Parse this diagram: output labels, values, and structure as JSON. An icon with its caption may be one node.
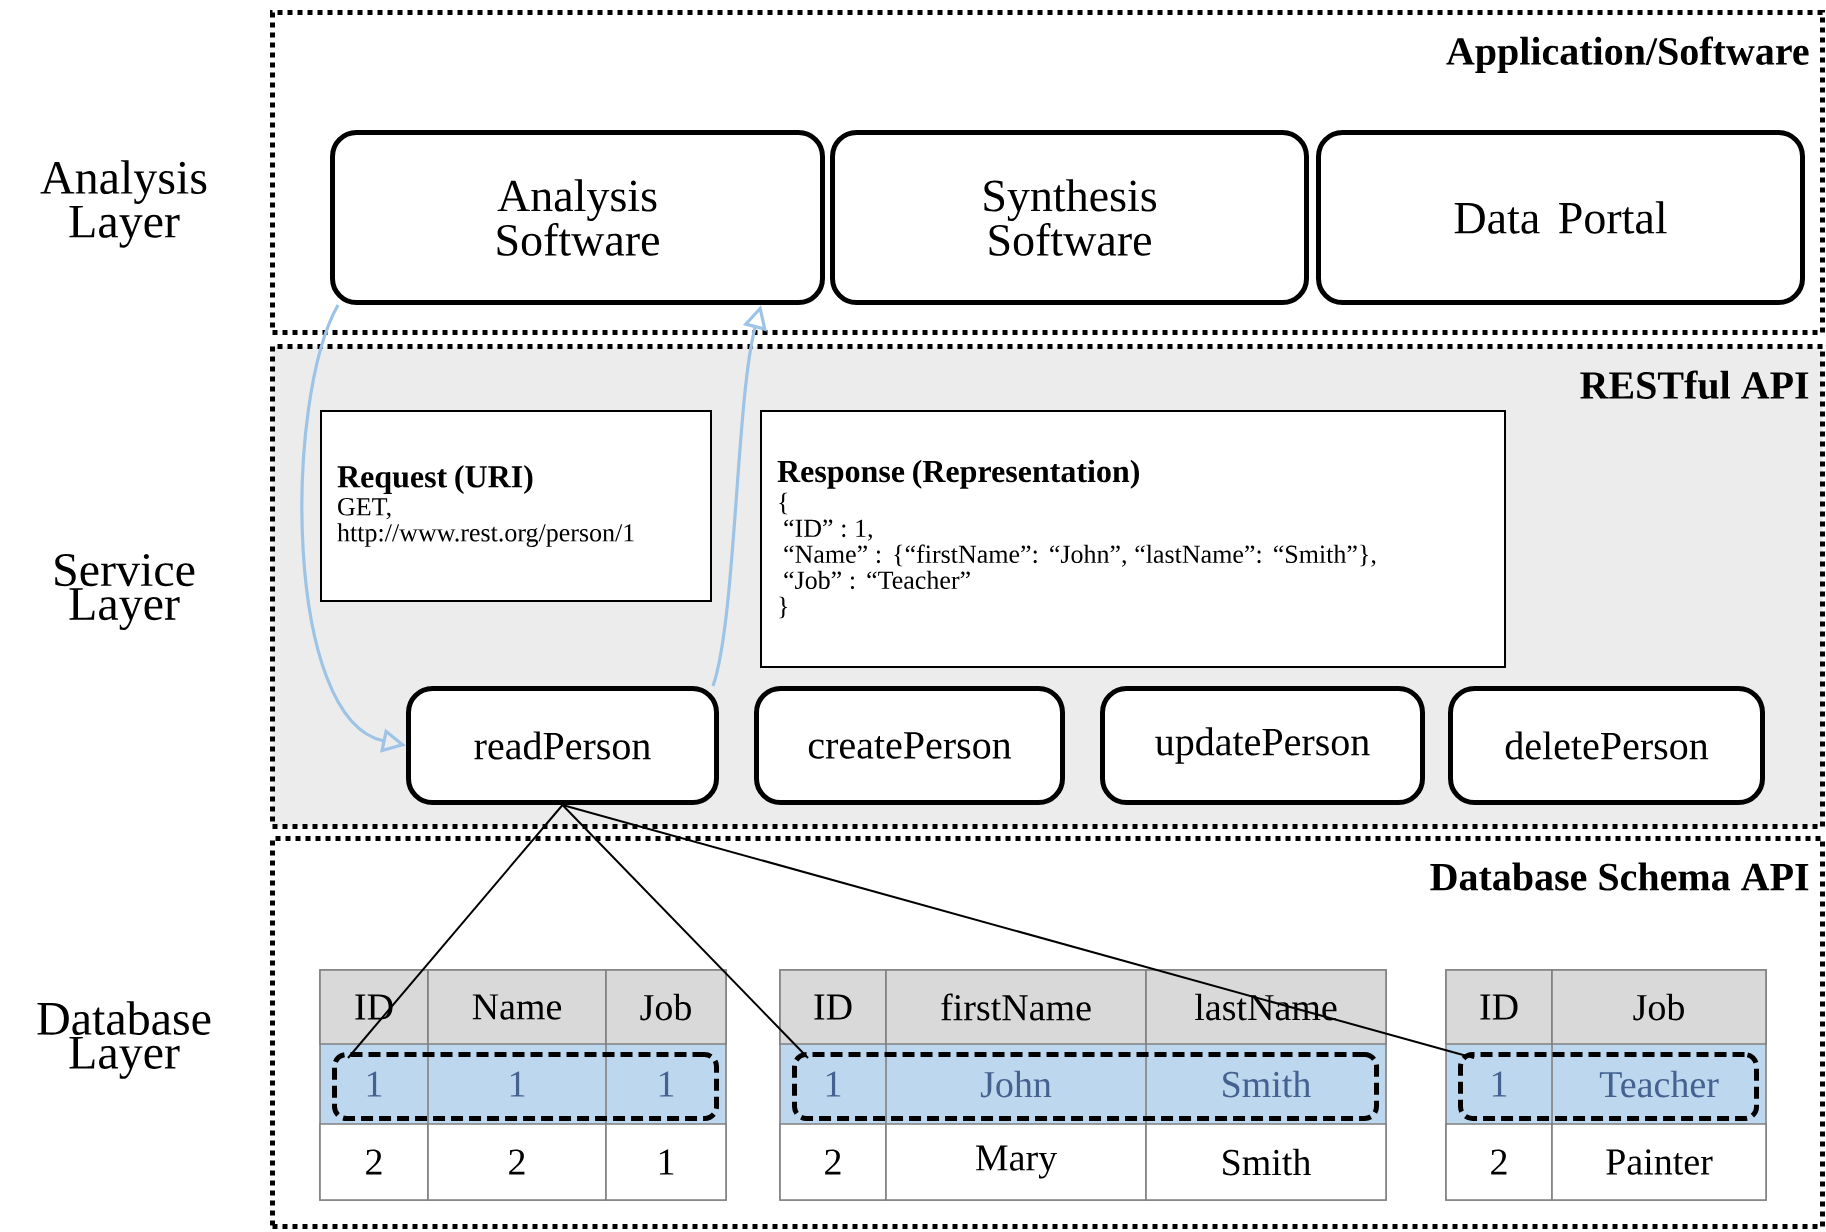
{
  "diagram": {
    "nodes": [
      {
        "text": [
          "Application/Software"
        ]
      },
      {
        "text": [
          "Analysis Software"
        ],
        "in": 0
      },
      {
        "text": [
          "Synthesis Software"
        ],
        "in": 0
      },
      {
        "text": [
          "Data Portal"
        ],
        "in": 0
      },
      {
        "text": [
          "RESTful API"
        ]
      },
      {
        "text": [
          "Request (URI)",
          "GET,",
          "http://www.rest.org/person/1"
        ],
        "in": 4
      },
      {
        "text": [
          "Response (Representation)",
          "{",
          "“ID” : 1,",
          "“Name” : {“firstName”: “John”, “lastName”: “Smith”},",
          "“Job” : “Teacher”",
          "}"
        ],
        "in": 4
      },
      {
        "text": [
          "readPerson"
        ],
        "in": 4
      },
      {
        "text": [
          "createPerson"
        ],
        "in": 4
      },
      {
        "text": [
          "updatePerson"
        ],
        "in": 4
      },
      {
        "text": [
          "deletePerson"
        ],
        "in": 4
      },
      {
        "text": [
          "Database Schema API"
        ]
      },
      {
        "text": [
          "1",
          "1",
          "1"
        ],
        "in": 11
      },
      {
        "text": [
          "1",
          "John",
          "Smith"
        ],
        "in": 11
      },
      {
        "text": [
          "1",
          "Teacher"
        ],
        "in": 11
      }
    ],
    "edges": [
      {
        "from": 1,
        "to": 7,
        "arrow": "to",
        "color": "#9dc3e6"
      },
      {
        "from": 7,
        "to": 1,
        "arrow": "to",
        "color": "#9dc3e6"
      },
      {
        "from": 7,
        "to": 12,
        "arrow": "none"
      },
      {
        "from": 7,
        "to": 13,
        "arrow": "none"
      },
      {
        "from": 7,
        "to": 14,
        "arrow": "none"
      }
    ],
    "labels": [
      "Analysis Layer",
      "Service Layer",
      "Database Layer",
      "ID",
      "Name",
      "Job",
      "2",
      "2",
      "1",
      "ID",
      "firstName",
      "lastName",
      "2",
      "Mary",
      "Smith",
      "ID",
      "Job",
      "2",
      "Painter"
    ]
  }
}
